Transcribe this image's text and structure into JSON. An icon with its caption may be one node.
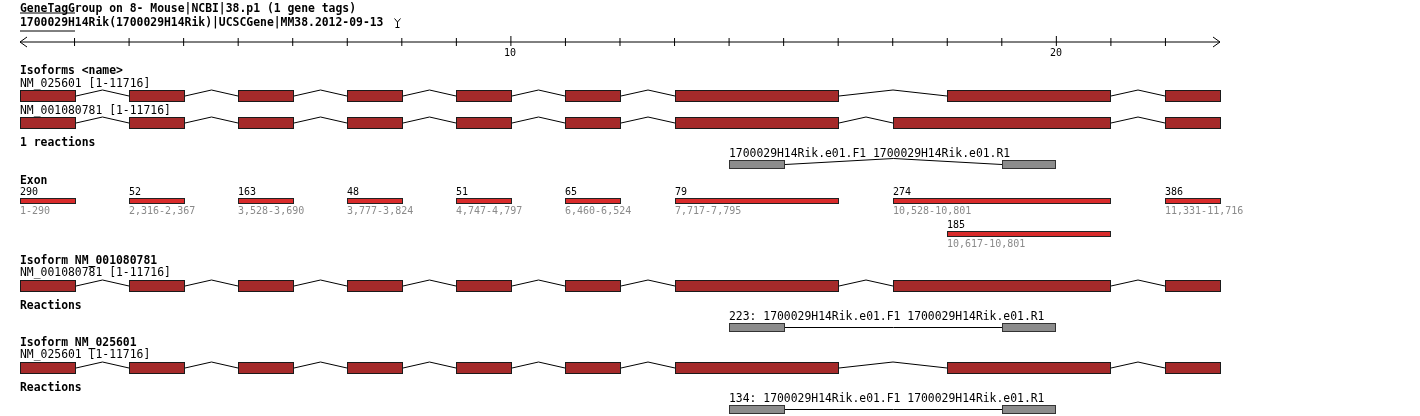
{
  "diagram": {
    "title": "GeneTagGroup on 8- Mouse|NCBI|38.p1 (1 gene tags)",
    "nodes": [
      {
        "text": [],
        "shape": "bar"
      },
      {
        "text": [],
        "shape": "bar"
      },
      {
        "text": [],
        "shape": "bar"
      },
      {
        "text": [],
        "shape": "bar"
      },
      {
        "text": [],
        "shape": "bar"
      },
      {
        "text": [],
        "shape": "bar"
      },
      {
        "text": [],
        "shape": "bar"
      },
      {
        "text": [],
        "shape": "bar"
      },
      {
        "text": [],
        "shape": "bar"
      },
      {
        "text": [],
        "shape": "bar"
      },
      {
        "text": [],
        "shape": "bar"
      },
      {
        "text": [],
        "shape": "bar"
      },
      {
        "text": [],
        "shape": "bar"
      },
      {
        "text": [],
        "shape": "bar"
      },
      {
        "text": [],
        "shape": "bar"
      },
      {
        "text": [],
        "shape": "bar"
      },
      {
        "text": [],
        "shape": "bar"
      },
      {
        "text": [],
        "shape": "bar"
      },
      {
        "text": [],
        "shape": "bar"
      },
      {
        "text": [],
        "shape": "bar"
      },
      {
        "text": [
          "290",
          "1-290"
        ]
      },
      {
        "text": [
          "52",
          "2,316-2,367"
        ]
      },
      {
        "text": [
          "163",
          "3,528-3,690"
        ]
      },
      {
        "text": [
          "48",
          "3,777-3,824"
        ]
      },
      {
        "text": [
          "51",
          "4,747-4,797"
        ]
      },
      {
        "text": [
          "65",
          "6,460-6,524"
        ]
      },
      {
        "text": [
          "79",
          "7,717-7,795"
        ]
      },
      {
        "text": [
          "274",
          "10,528-10,801"
        ]
      },
      {
        "text": [
          "386",
          "11,331-11,716"
        ]
      },
      {
        "text": [
          "185",
          "10,617-10,801"
        ]
      },
      {
        "text": [],
        "shape": "bar"
      },
      {
        "text": [],
        "shape": "bar"
      },
      {
        "text": [],
        "shape": "bar"
      },
      {
        "text": [],
        "shape": "bar"
      },
      {
        "text": [],
        "shape": "bar"
      },
      {
        "text": [],
        "shape": "bar"
      },
      {
        "text": [],
        "shape": "bar"
      },
      {
        "text": [],
        "shape": "bar"
      },
      {
        "text": [],
        "shape": "bar"
      },
      {
        "text": [],
        "shape": "bar"
      },
      {
        "text": [],
        "shape": "bar"
      },
      {
        "text": [],
        "shape": "bar"
      },
      {
        "text": [],
        "shape": "bar"
      },
      {
        "text": [],
        "shape": "bar"
      },
      {
        "text": [],
        "shape": "bar"
      },
      {
        "text": [],
        "shape": "bar"
      },
      {
        "text": [],
        "shape": "bar"
      },
      {
        "text": [],
        "shape": "bar"
      },
      {
        "text": [],
        "shape": "bar"
      },
      {
        "text": [],
        "shape": "bar"
      },
      {
        "text": [],
        "shape": "bar"
      },
      {
        "text": [],
        "shape": "bar"
      }
    ],
    "edges": [
      {
        "from": 0,
        "to": 1,
        "arrow": "none"
      },
      {
        "from": 1,
        "to": 2,
        "arrow": "none"
      },
      {
        "from": 2,
        "to": 3,
        "arrow": "none"
      },
      {
        "from": 3,
        "to": 4,
        "arrow": "none"
      },
      {
        "from": 4,
        "to": 5,
        "arrow": "none"
      },
      {
        "from": 5,
        "to": 6,
        "arrow": "none"
      },
      {
        "from": 6,
        "to": 7,
        "arrow": "none"
      },
      {
        "from": 7,
        "to": 8,
        "arrow": "none"
      },
      {
        "from": 9,
        "to": 10,
        "arrow": "none"
      },
      {
        "from": 10,
        "to": 11,
        "arrow": "none"
      },
      {
        "from": 11,
        "to": 12,
        "arrow": "none"
      },
      {
        "from": 12,
        "to": 13,
        "arrow": "none"
      },
      {
        "from": 13,
        "to": 14,
        "arrow": "none"
      },
      {
        "from": 14,
        "to": 15,
        "arrow": "none"
      },
      {
        "from": 15,
        "to": 16,
        "arrow": "none"
      },
      {
        "from": 16,
        "to": 17,
        "arrow": "none"
      },
      {
        "from": 18,
        "to": 19,
        "arrow": "none"
      },
      {
        "from": 30,
        "to": 31,
        "arrow": "none"
      },
      {
        "from": 31,
        "to": 32,
        "arrow": "none"
      },
      {
        "from": 32,
        "to": 33,
        "arrow": "none"
      },
      {
        "from": 33,
        "to": 34,
        "arrow": "none"
      },
      {
        "from": 34,
        "to": 35,
        "arrow": "none"
      },
      {
        "from": 35,
        "to": 36,
        "arrow": "none"
      },
      {
        "from": 36,
        "to": 37,
        "arrow": "none"
      },
      {
        "from": 37,
        "to": 38,
        "arrow": "none"
      },
      {
        "from": 39,
        "to": 40,
        "arrow": "none"
      },
      {
        "from": 41,
        "to": 42,
        "arrow": "none"
      },
      {
        "from": 42,
        "to": 43,
        "arrow": "none"
      },
      {
        "from": 43,
        "to": 44,
        "arrow": "none"
      },
      {
        "from": 44,
        "to": 45,
        "arrow": "none"
      },
      {
        "from": 45,
        "to": 46,
        "arrow": "none"
      },
      {
        "from": 46,
        "to": 47,
        "arrow": "none"
      },
      {
        "from": 47,
        "to": 48,
        "arrow": "none"
      },
      {
        "from": 48,
        "to": 49,
        "arrow": "none"
      },
      {
        "from": 50,
        "to": 51,
        "arrow": "none"
      }
    ],
    "labels": [
      "1700029H14Rik(1700029H14Rik)|UCSCGene|MM38.2012-09-13",
      "10",
      "20",
      "Isoforms <name>",
      "NM_025601 [1-11716]",
      "NM_001080781 [1-11716]",
      "1 reactions",
      "1700029H14Rik.e01.F1 1700029H14Rik.e01.R1",
      "Exon",
      "Isoform NM_001080781",
      "NM_001080781 [1-11716]",
      "Reactions",
      "223: 1700029H14Rik.e01.F1 1700029H14Rik.e01.R1",
      "Isoform NM_025601",
      "NM_025601 [1-11716]",
      "Reactions",
      "134: 1700029H14Rik.e01.F1 1700029H14Rik.e01.R1"
    ]
  }
}
